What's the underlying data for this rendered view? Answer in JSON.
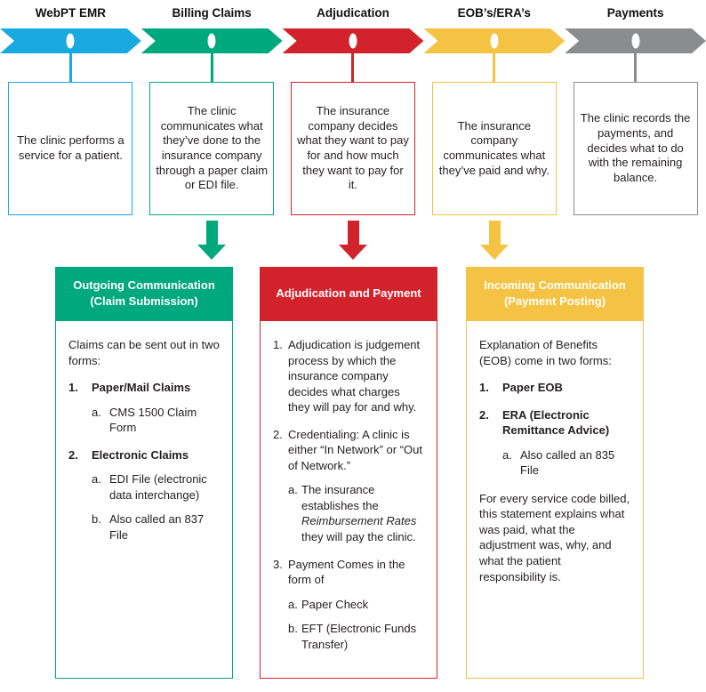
{
  "stages": [
    {
      "label": "WebPT EMR",
      "color": "#18A9E0",
      "description": "The clinic performs a service for a patient."
    },
    {
      "label": "Billing Claims",
      "color": "#00A87E",
      "description": "The clinic communicates what they’ve done to the insurance company through a paper claim or EDI file."
    },
    {
      "label": "Adjudication",
      "color": "#D2232C",
      "description": "The insurance company decides what they want to pay for and how much they want to pay for it."
    },
    {
      "label": "EOB’s/ERA’s",
      "color": "#F5C344",
      "description": "The insurance company communicates what they’ve paid and why."
    },
    {
      "label": "Payments",
      "color": "#8A8C8E",
      "description": "The clinic records the payments, and decides what to do with the remaining balance."
    }
  ],
  "panels": {
    "outgoing": {
      "title": "Outgoing Communication (Claim Submission)",
      "color": "#00A87E",
      "intro": "Claims can be sent out in two forms:",
      "items": [
        {
          "num": "1.",
          "label": "Paper/Mail Claims",
          "subs": [
            {
              "letter": "a.",
              "text": "CMS 1500 Claim Form"
            }
          ]
        },
        {
          "num": "2.",
          "label": "Electronic Claims",
          "subs": [
            {
              "letter": "a.",
              "text": "EDI File (electronic data interchange)"
            },
            {
              "letter": "b.",
              "text": "Also called an 837 File"
            }
          ]
        }
      ]
    },
    "adjudication": {
      "title": "Adjudication and Payment",
      "color": "#D2232C",
      "items": [
        {
          "num": "1.",
          "text": "Adjudication is judgement process by which the insurance company decides what charges they will pay for and why."
        },
        {
          "num": "2.",
          "text": "Credentialing: A clinic is either “In Network” or “Out of Network.”",
          "subs": [
            {
              "letter": "a.",
              "text_pre": "The insurance establishes the ",
              "text_italic": "Reimbursement Rates",
              "text_post": " they will pay the clinic."
            }
          ]
        },
        {
          "num": "3.",
          "text": "Payment Comes in the form of",
          "subs": [
            {
              "letter": "a.",
              "text": "Paper Check"
            },
            {
              "letter": "b.",
              "text": "EFT (Electronic Funds Transfer)"
            }
          ]
        }
      ]
    },
    "incoming": {
      "title": "Incoming Communication (Payment Posting)",
      "color": "#F5C344",
      "intro": "Explanation of Benefits (EOB) come in two forms:",
      "items": [
        {
          "num": "1.",
          "label": "Paper EOB"
        },
        {
          "num": "2.",
          "label": "ERA (Electronic Remittance Advice)",
          "subs": [
            {
              "letter": "a.",
              "text": "Also called an 835 File"
            }
          ]
        }
      ],
      "outro": "For every service code billed, this statement explains what was paid, what the adjustment was, why, and what the patient responsibility is."
    }
  }
}
